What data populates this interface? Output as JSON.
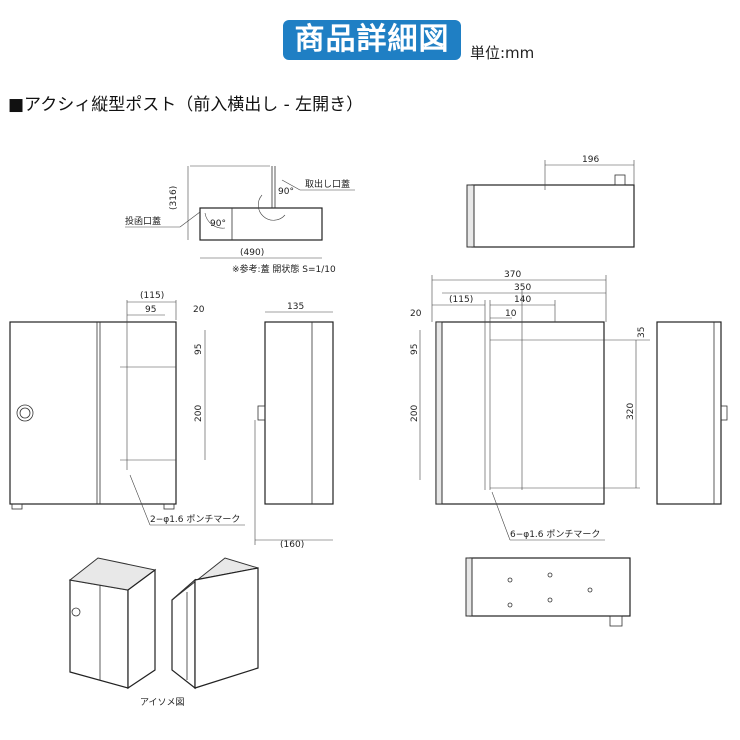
{
  "header": {
    "title": "商品詳細図",
    "unit": "単位:mm"
  },
  "product": {
    "heading": "■アクシィ縦型ポスト（前入横出し - 左開き）"
  },
  "top_view": {
    "dim_height": "(316)",
    "dim_width": "(490)",
    "angle1": "90°",
    "angle2": "90°",
    "label_out_lid": "取出し口蓋",
    "label_in_lid": "投函口蓋",
    "note": "※参考:蓋 開状態  S=1/10"
  },
  "front_view": {
    "dim_115": "(115)",
    "dim_95": "95",
    "dim_20": "20",
    "dim_v95": "95",
    "dim_v200": "200",
    "punch": "2−φ1.6 ポンチマーク"
  },
  "side_view": {
    "dim_135": "135",
    "dim_160": "(160)"
  },
  "right_top": {
    "dim_196": "196"
  },
  "back_view": {
    "dim_370": "370",
    "dim_350": "350",
    "dim_115": "(115)",
    "dim_140": "140",
    "dim_20": "20",
    "dim_10": "10",
    "dim_v95": "95",
    "dim_v200": "200",
    "dim_35": "35",
    "dim_320": "320",
    "punch": "6−φ1.6 ポンチマーク"
  },
  "iso": {
    "label": "アイソメ図"
  }
}
